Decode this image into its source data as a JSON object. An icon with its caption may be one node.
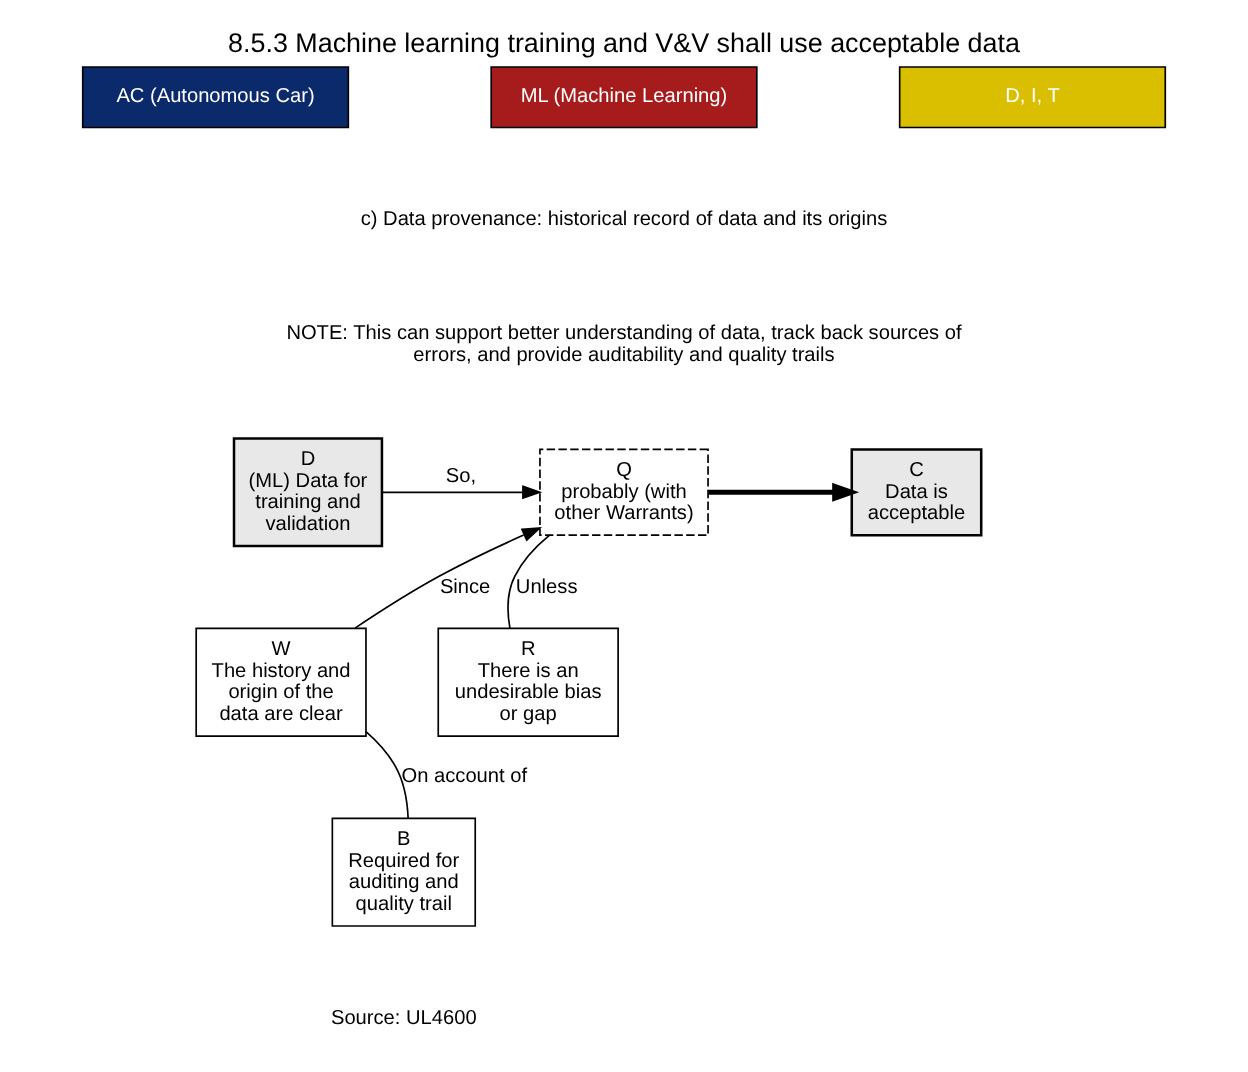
{
  "diagram": {
    "title": "8.5.3 Machine learning training and V&V shall use acceptable data",
    "nodes": [
      {
        "text": [
          "AC (Autonomous Car)"
        ]
      },
      {
        "text": [
          "ML (Machine Learning)"
        ]
      },
      {
        "text": [
          "D, I, T"
        ]
      },
      {
        "text": [
          "D",
          "(ML) Data for training and validation"
        ]
      },
      {
        "text": [
          "Q",
          "probably (with other Warrants)"
        ]
      },
      {
        "text": [
          "C",
          "Data is acceptable"
        ]
      },
      {
        "text": [
          "W",
          "The history and origin of the data are clear"
        ]
      },
      {
        "text": [
          "R",
          "There is an undesirable bias or gap"
        ]
      },
      {
        "text": [
          "B",
          "Required for auditing and quality trail"
        ]
      }
    ],
    "edges": [
      {
        "from": 3,
        "to": 4,
        "arrow": "to",
        "label": "So,"
      },
      {
        "from": 4,
        "to": 5,
        "arrow": "to",
        "style": "thick"
      },
      {
        "from": 6,
        "to": 4,
        "arrow": "to",
        "label": "Since"
      },
      {
        "from": 7,
        "to": 4,
        "arrow": "none",
        "label": "Unless"
      },
      {
        "from": 8,
        "to": 6,
        "arrow": "none",
        "label": "On account of"
      }
    ],
    "labels": [
      "c) Data provenance: historical record of data and its origins",
      "NOTE: This can support better understanding of data, track back sources of errors, and provide auditability and quality trails",
      "Source: UL4600"
    ]
  }
}
